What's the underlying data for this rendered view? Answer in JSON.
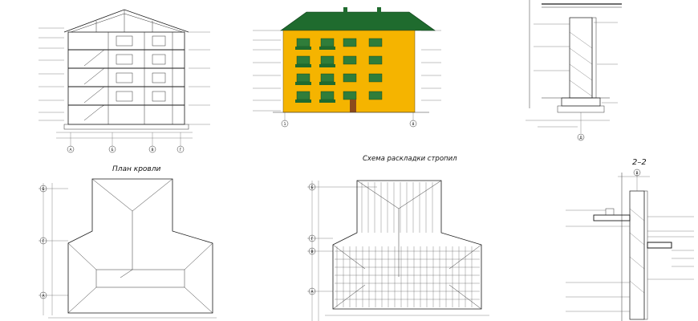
{
  "sheet": {
    "section_drawing": {
      "name": "building-section",
      "axis_labels": [
        "А",
        "Б",
        "В",
        "Г"
      ]
    },
    "facade_drawing": {
      "name": "facade",
      "axis_left": "1",
      "axis_right": "8",
      "colors": {
        "wall": "#f5b400",
        "roof": "#1f6b2e",
        "windows": "#2f7d3a",
        "door": "#8b4a1c"
      }
    },
    "wall_detail_top": {
      "name": "wall-detail",
      "axis_label": "Д"
    },
    "roof_plan": {
      "title": "План кровли",
      "axis_labels": [
        "Б",
        "Г",
        "А"
      ]
    },
    "rafter_layout": {
      "title": "Схема раскладки стропил",
      "axis_labels": [
        "Б",
        "Г",
        "В",
        "А"
      ]
    },
    "wall_section_2_2": {
      "title": "2–2",
      "axis_label": "В"
    }
  }
}
